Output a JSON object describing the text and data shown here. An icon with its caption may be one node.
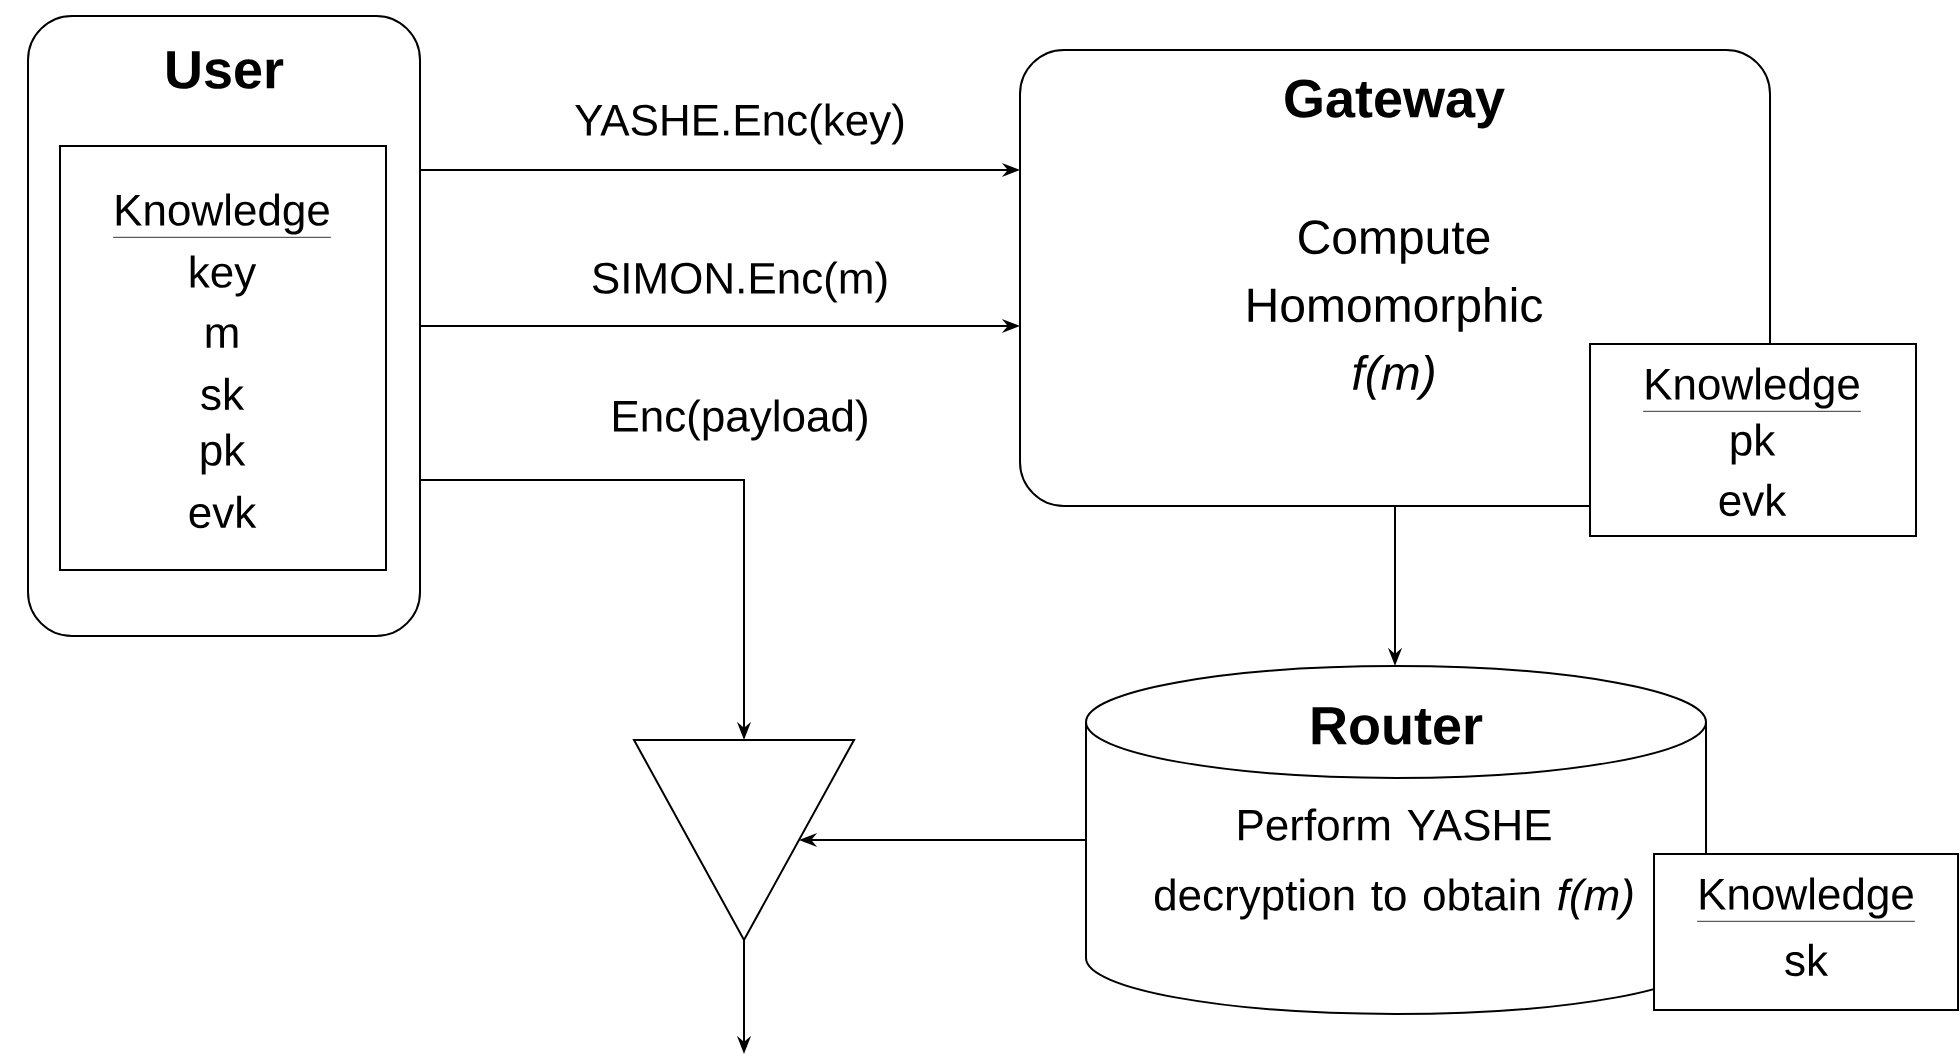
{
  "diagram": {
    "nodes": [
      {
        "text": [
          "User"
        ]
      },
      {
        "text": [
          "Knowledge",
          "key",
          "m",
          "sk",
          "pk",
          "evk"
        ],
        "in": 0
      },
      {
        "text": [
          "Gateway",
          "Compute Homomorphic *f(m)*"
        ]
      },
      {
        "text": [
          "Knowledge",
          "pk",
          "evk"
        ]
      },
      {
        "text": [
          "Router",
          "Perform YASHE decryption to obtain *f(m)*"
        ]
      },
      {
        "text": [
          "Knowledge",
          "sk"
        ]
      },
      {
        "text": [],
        "shape": "triangle"
      }
    ],
    "edges": [
      {
        "from": 0,
        "to": 2,
        "arrow": "to",
        "label": "YASHE.Enc(key)"
      },
      {
        "from": 0,
        "to": 2,
        "arrow": "to",
        "label": "SIMON.Enc(m)"
      },
      {
        "from": 0,
        "to": 6,
        "arrow": "to",
        "label": "Enc(payload)"
      },
      {
        "from": 2,
        "to": 4,
        "arrow": "to"
      },
      {
        "from": 4,
        "to": 6,
        "arrow": "to"
      },
      {
        "from": 6,
        "to": null,
        "arrow": "to"
      }
    ]
  }
}
